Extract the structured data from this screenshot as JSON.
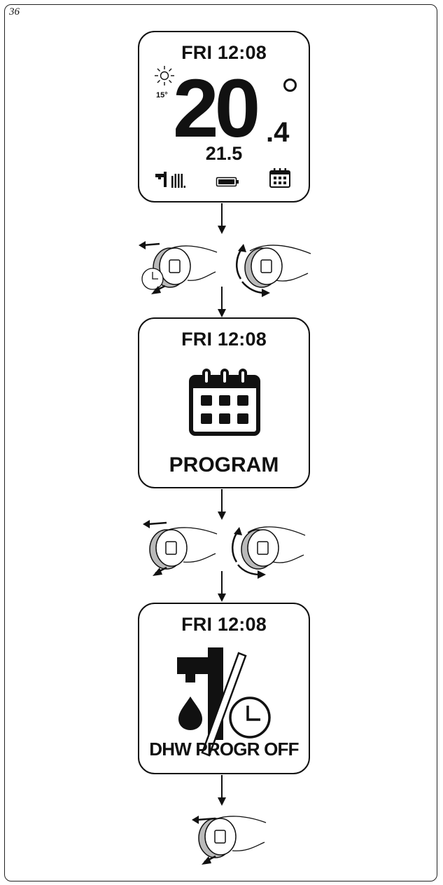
{
  "page": {
    "number": "36"
  },
  "screen_main": {
    "clock": "FRI 12:08",
    "room_temp_int": "20",
    "room_temp_dec": ".4",
    "outdoor_temp": "15°",
    "setpoint": "21.5",
    "icons": [
      "sun-icon",
      "dhw-tap-icon",
      "radiator-icon",
      "battery-icon",
      "calendar-icon"
    ]
  },
  "screen_program": {
    "clock": "FRI 12:08",
    "label": "PROGRAM",
    "icons": [
      "calendar-icon"
    ]
  },
  "screen_dhw": {
    "clock": "FRI 12:08",
    "label": "DHW PROGR OFF",
    "icons": [
      "dhw-tap-icon",
      "drop-icon",
      "clock-icon"
    ]
  },
  "steps": [
    {
      "actions": [
        "knob-press-icon",
        "knob-rotate-icon"
      ]
    },
    {
      "actions": [
        "knob-press-icon",
        "knob-rotate-icon"
      ]
    },
    {
      "actions": [
        "knob-press-icon"
      ]
    }
  ],
  "colors": {
    "ink": "#111111",
    "knob_shade": "#b9b9b9"
  }
}
